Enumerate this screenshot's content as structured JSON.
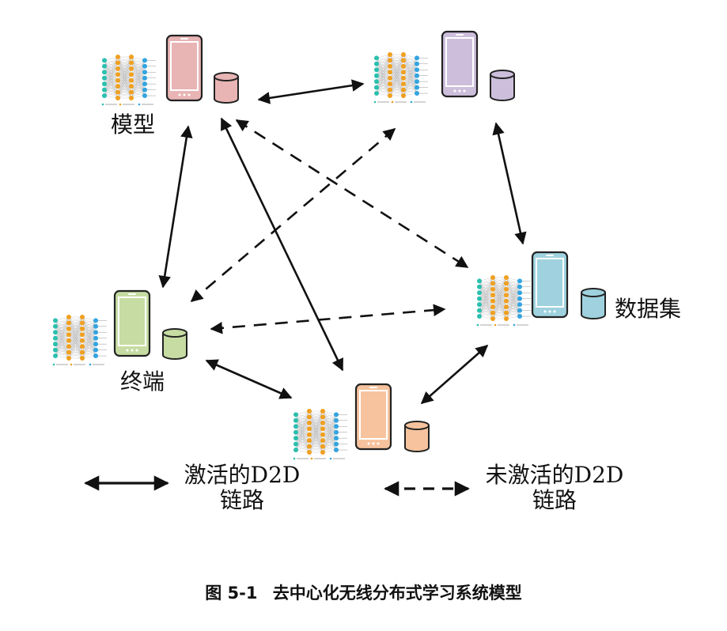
{
  "labels": {
    "model": "模型",
    "terminal": "终端",
    "dataset": "数据集"
  },
  "legend": {
    "active_line1": "激活的D2D",
    "active_line2": "链路",
    "inactive_line1": "未激活的D2D",
    "inactive_line2": "链路"
  },
  "caption": {
    "figure_number": "图 5-1",
    "title": "去中心化无线分布式学习系统模型"
  },
  "nodes": [
    {
      "id": "top-left",
      "color": "#e8b4b4",
      "stroke": "#7a4040"
    },
    {
      "id": "top-right",
      "color": "#cdbfdc",
      "stroke": "#5e4f72"
    },
    {
      "id": "right",
      "color": "#9fd2de",
      "stroke": "#2c5c68"
    },
    {
      "id": "bottom",
      "color": "#f6c39e",
      "stroke": "#7a4a22"
    },
    {
      "id": "left",
      "color": "#c6dca2",
      "stroke": "#4d6a22"
    }
  ],
  "links": [
    {
      "from": "top-left",
      "to": "top-right",
      "style": "active"
    },
    {
      "from": "top-right",
      "to": "right",
      "style": "active"
    },
    {
      "from": "top-left",
      "to": "left",
      "style": "active"
    },
    {
      "from": "top-left",
      "to": "bottom",
      "style": "active"
    },
    {
      "from": "left",
      "to": "bottom",
      "style": "active"
    },
    {
      "from": "bottom",
      "to": "right",
      "style": "active"
    },
    {
      "from": "top-left",
      "to": "right",
      "style": "inactive"
    },
    {
      "from": "top-right",
      "to": "left",
      "style": "inactive"
    },
    {
      "from": "left",
      "to": "right",
      "style": "inactive"
    }
  ],
  "colors": {
    "nn_input": "#2bbfae",
    "nn_hidden": "#f0a020",
    "nn_output": "#33a4e0",
    "arrow": "#111111"
  }
}
